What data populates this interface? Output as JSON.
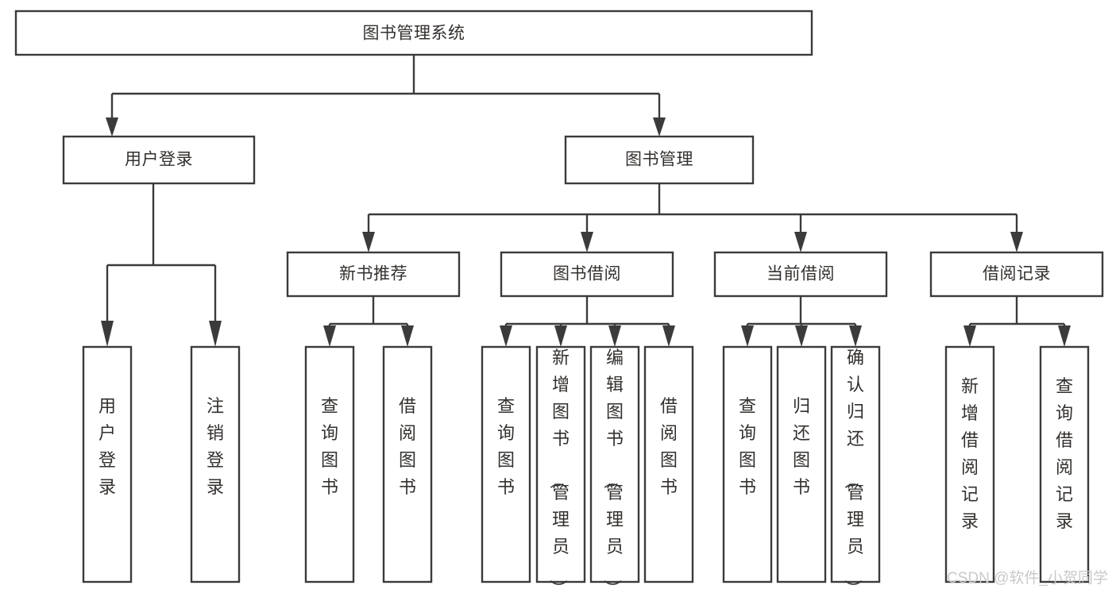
{
  "diagram": {
    "type": "hierarchy-flowchart",
    "title": "图书管理系统",
    "root": {
      "id": "root",
      "label": "图书管理系统",
      "orientation": "horizontal"
    },
    "level2": [
      {
        "id": "user-login",
        "label": "用户登录",
        "orientation": "horizontal"
      },
      {
        "id": "book-management",
        "label": "图书管理",
        "orientation": "horizontal"
      }
    ],
    "level3": [
      {
        "id": "new-book-recommend",
        "label": "新书推荐",
        "orientation": "horizontal",
        "parent": "book-management"
      },
      {
        "id": "book-borrow",
        "label": "图书借阅",
        "orientation": "horizontal",
        "parent": "book-management"
      },
      {
        "id": "current-borrow",
        "label": "当前借阅",
        "orientation": "horizontal",
        "parent": "book-management"
      },
      {
        "id": "borrow-record",
        "label": "借阅记录",
        "orientation": "horizontal",
        "parent": "book-management"
      }
    ],
    "leaves": [
      {
        "id": "leaf-user-login",
        "label": "用户登录",
        "orientation": "vertical",
        "parent": "user-login"
      },
      {
        "id": "leaf-user-logout",
        "label": "注销登录",
        "orientation": "vertical",
        "parent": "user-login"
      },
      {
        "id": "leaf-query-book-1",
        "label": "查询图书",
        "orientation": "vertical",
        "parent": "new-book-recommend"
      },
      {
        "id": "leaf-borrow-book-1",
        "label": "借阅图书",
        "orientation": "vertical",
        "parent": "new-book-recommend"
      },
      {
        "id": "leaf-query-book-2",
        "label": "查询图书",
        "orientation": "vertical",
        "parent": "book-borrow"
      },
      {
        "id": "leaf-add-book",
        "label": "新增图书（管理员）",
        "orientation": "vertical",
        "parent": "book-borrow"
      },
      {
        "id": "leaf-edit-book",
        "label": "编辑图书（管理员）",
        "orientation": "vertical",
        "parent": "book-borrow"
      },
      {
        "id": "leaf-borrow-book-2",
        "label": "借阅图书",
        "orientation": "vertical",
        "parent": "book-borrow"
      },
      {
        "id": "leaf-query-book-3",
        "label": "查询图书",
        "orientation": "vertical",
        "parent": "current-borrow"
      },
      {
        "id": "leaf-return-book",
        "label": "归还图书",
        "orientation": "vertical",
        "parent": "current-borrow"
      },
      {
        "id": "leaf-confirm-return",
        "label": "确认归还（管理员）",
        "orientation": "vertical",
        "parent": "current-borrow"
      },
      {
        "id": "leaf-add-record",
        "label": "新增借阅记录",
        "orientation": "vertical",
        "parent": "borrow-record"
      },
      {
        "id": "leaf-query-record",
        "label": "查询借阅记录",
        "orientation": "vertical",
        "parent": "borrow-record"
      }
    ],
    "colors": {
      "box_fill": "#ffffff",
      "box_stroke": "#3b3b3b",
      "text": "#33302e",
      "connector": "#3b3b3b",
      "background": "#ffffff",
      "watermark": "#c9c9c9"
    }
  },
  "watermark": {
    "text": "CSDN @软件_小贺同学"
  }
}
